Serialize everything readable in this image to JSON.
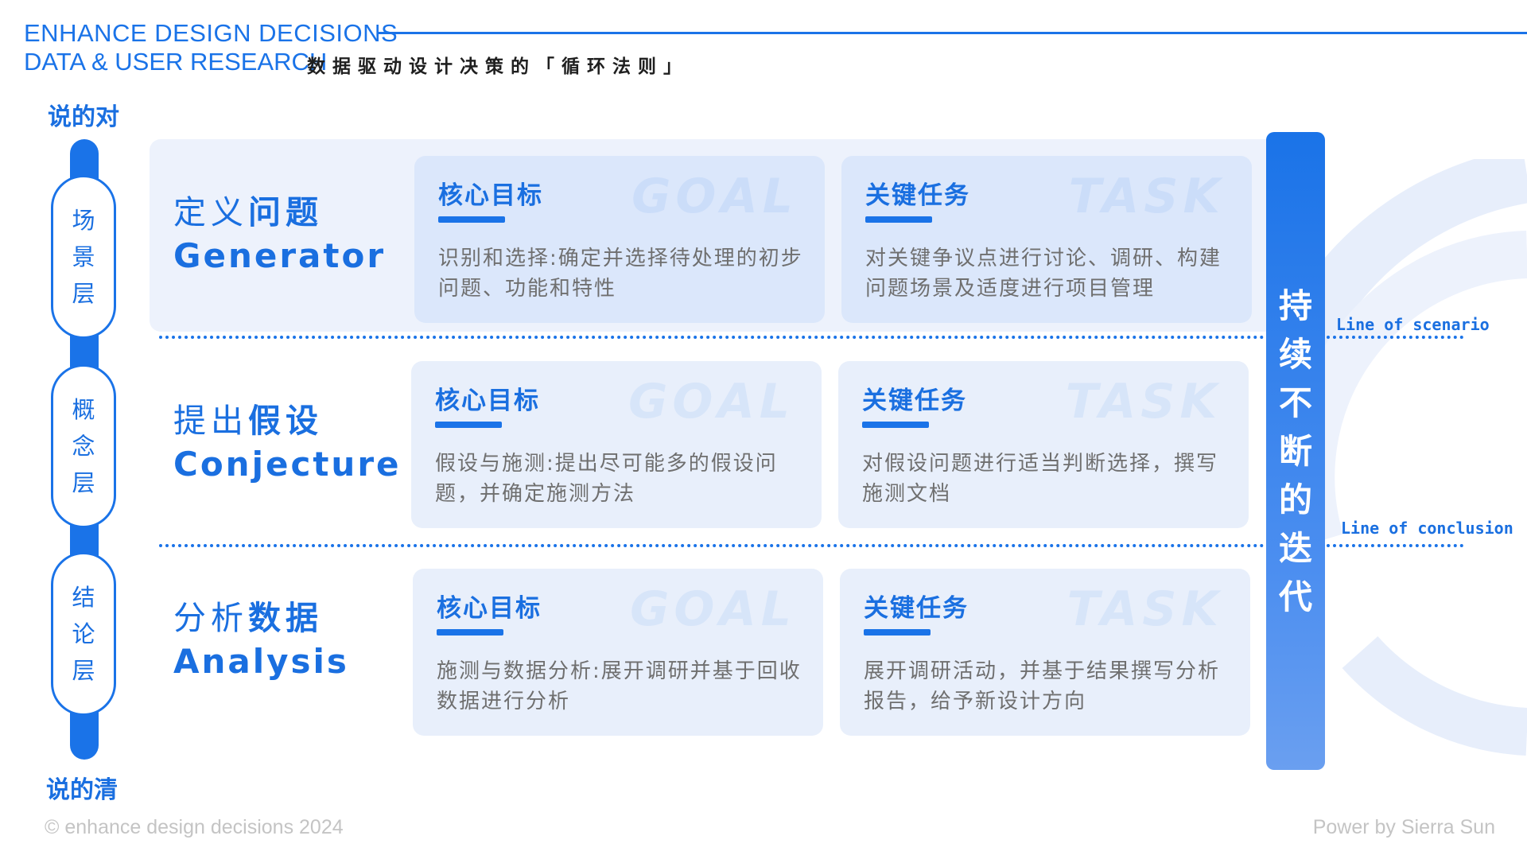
{
  "header": {
    "line1": "ENHANCE DESIGN DECISIONS",
    "line2": "DATA & USER RESEARCH",
    "subtitle": "数据驱动设计决策的「循环法则」"
  },
  "scale": {
    "top_label": "说的对",
    "bottom_label": "说的清",
    "layers": [
      "场景层",
      "概念层",
      "结论层"
    ]
  },
  "rows": [
    {
      "title_cn_a": "定义",
      "title_cn_b": "问题",
      "title_en": "Generator",
      "goal": {
        "title": "核心目标",
        "watermark": "GOAL",
        "text": "识别和选择:确定并选择待处理的初步问题、功能和特性"
      },
      "task": {
        "title": "关键任务",
        "watermark": "TASK",
        "text": "对关键争议点进行讨论、调研、构建问题场景及适度进行项目管理"
      }
    },
    {
      "title_cn_a": "提出",
      "title_cn_b": "假设",
      "title_en": "Conjecture",
      "goal": {
        "title": "核心目标",
        "watermark": "GOAL",
        "text": "假设与施测:提出尽可能多的假设问题，并确定施测方法"
      },
      "task": {
        "title": "关键任务",
        "watermark": "TASK",
        "text": "对假设问题进行适当判断选择，撰写施测文档"
      }
    },
    {
      "title_cn_a": "分析",
      "title_cn_b": "数据",
      "title_en": "Analysis",
      "goal": {
        "title": "核心目标",
        "watermark": "GOAL",
        "text": "施测与数据分析:展开调研并基于回收数据进行分析"
      },
      "task": {
        "title": "关键任务",
        "watermark": "TASK",
        "text": "展开调研活动，并基于结果撰写分析报告，给予新设计方向"
      }
    }
  ],
  "iteration_label": "持续不断的迭代",
  "lines": {
    "scenario": "Line of scenario",
    "conclusion": "Line of conclusion"
  },
  "footer": {
    "left": "© enhance design decisions 2024",
    "right": "Power by Sierra Sun"
  },
  "colors": {
    "accent": "#1a73e8",
    "card": "#dbe7fb",
    "band": "#edf2fc",
    "body_text": "#6f6f6f",
    "footer_text": "#c4c4c4"
  }
}
